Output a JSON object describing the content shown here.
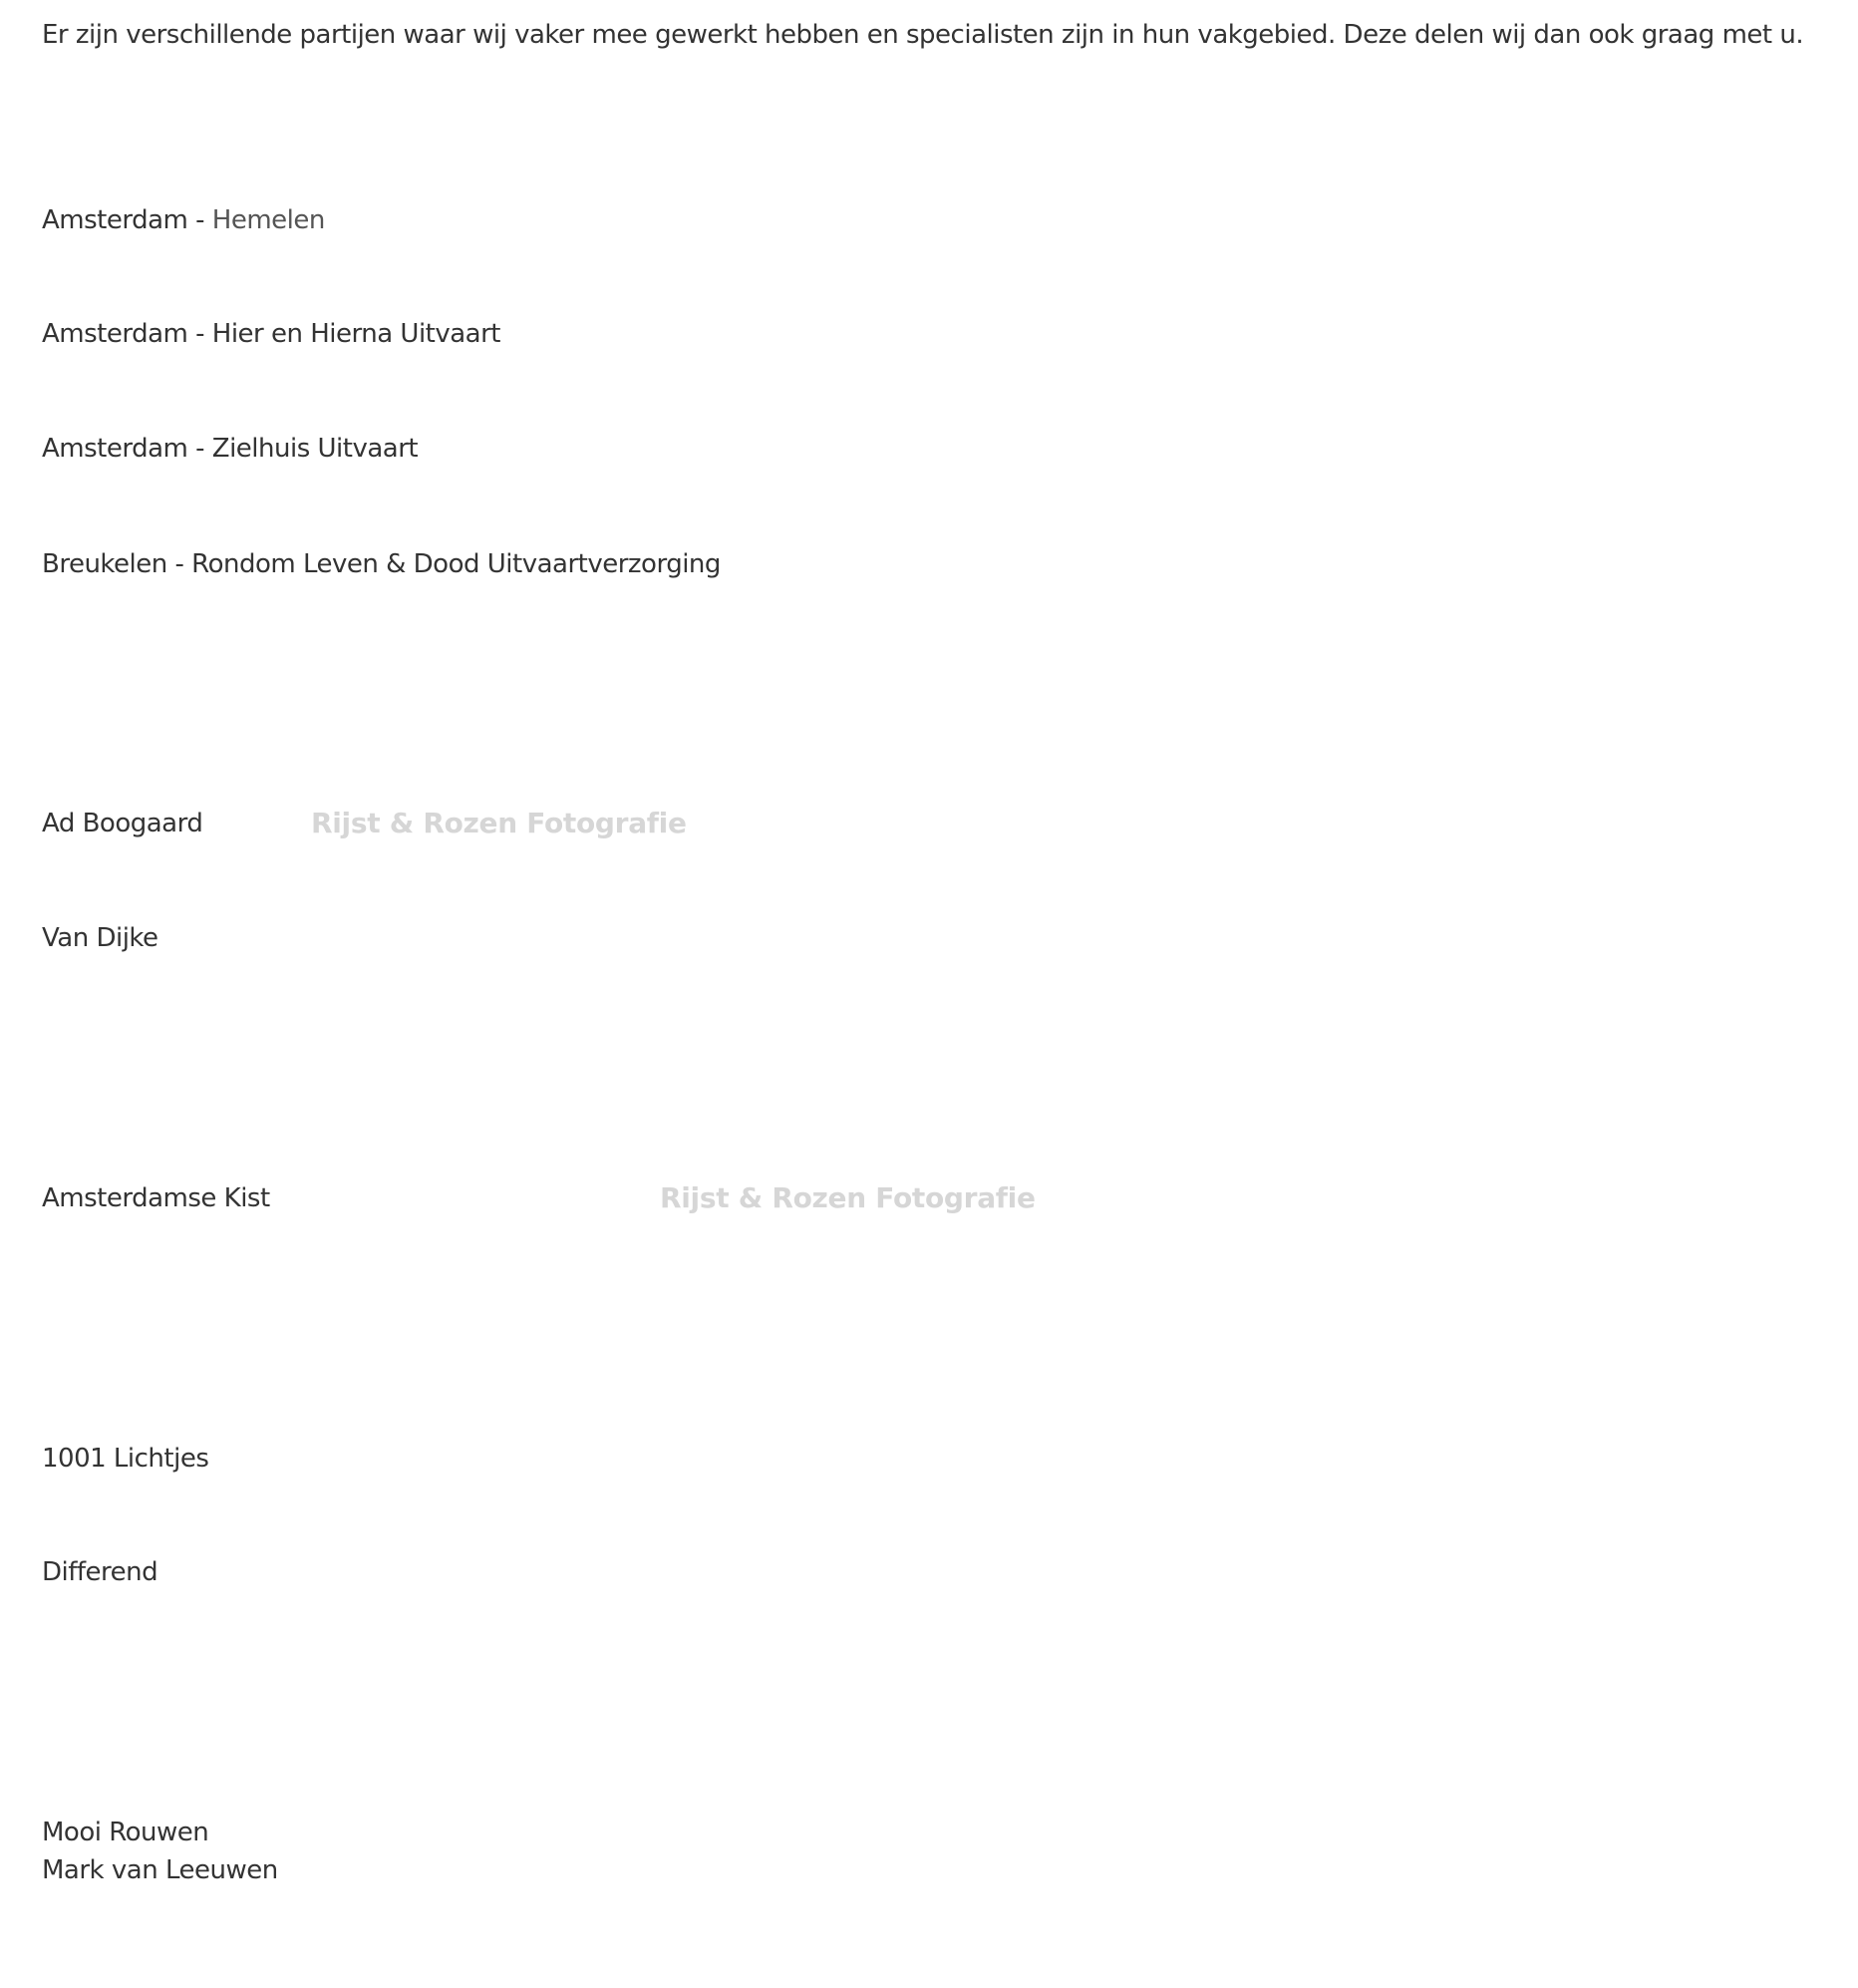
{
  "intro": {
    "text": "Er zijn verschillende partijen waar wij vaker mee gewerkt hebben en specialisten zijn in hun vakgebied. Deze delen wij dan ook graag met u."
  },
  "undertakers": [
    {
      "prefix": "Amsterdam - ",
      "name": "Hemelen"
    },
    {
      "prefix": "Amsterdam - ",
      "name": "Hier en Hierna Uitvaart"
    },
    {
      "prefix": "Amsterdam - ",
      "name": "Zielhuis Uitvaart"
    },
    {
      "prefix": "Breukelen - ",
      "name": "Rondom Leven & Dood Uitvaartverzorging"
    }
  ],
  "group_two": [
    "Ad Boogaard",
    "Van Dijke"
  ],
  "group_three": [
    "Amsterdamse Kist"
  ],
  "group_four": [
    "1001 Lichtjes",
    "Differend"
  ],
  "group_five": [
    "Mooi Rouwen",
    "Mark van Leeuwen"
  ],
  "watermarks": {
    "first": "Rijst & Rozen Fotografie",
    "second": "Rijst & Rozen Fotografie"
  },
  "colors": {
    "text": "#333333",
    "link": "#555555",
    "watermark": "#d6d6d6"
  }
}
